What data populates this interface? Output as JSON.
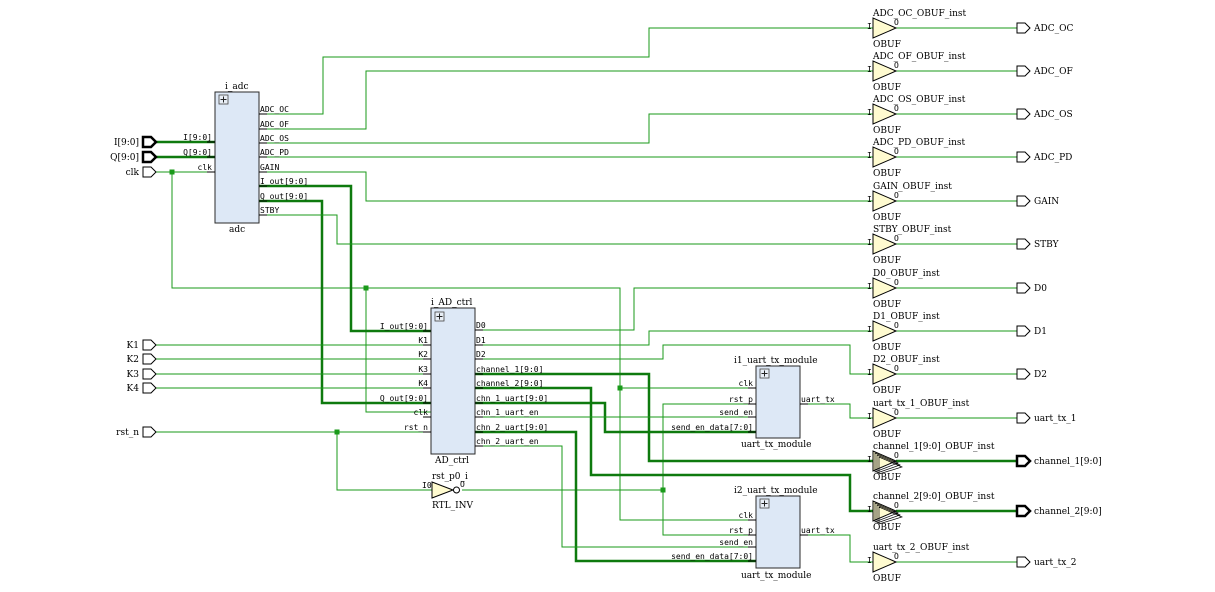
{
  "inputs": [
    {
      "name": "I[9:0]",
      "bus": true
    },
    {
      "name": "Q[9:0]",
      "bus": true
    },
    {
      "name": "clk",
      "bus": false
    },
    {
      "name": "K1",
      "bus": false
    },
    {
      "name": "K2",
      "bus": false
    },
    {
      "name": "K3",
      "bus": false
    },
    {
      "name": "K4",
      "bus": false
    },
    {
      "name": "rst_n",
      "bus": false
    }
  ],
  "outputs": [
    {
      "name": "ADC_OC",
      "bus": false
    },
    {
      "name": "ADC_OF",
      "bus": false
    },
    {
      "name": "ADC_OS",
      "bus": false
    },
    {
      "name": "ADC_PD",
      "bus": false
    },
    {
      "name": "GAIN",
      "bus": false
    },
    {
      "name": "STBY",
      "bus": false
    },
    {
      "name": "D0",
      "bus": false
    },
    {
      "name": "D1",
      "bus": false
    },
    {
      "name": "D2",
      "bus": false
    },
    {
      "name": "uart_tx_1",
      "bus": false
    },
    {
      "name": "channel_1[9:0]",
      "bus": true
    },
    {
      "name": "channel_2[9:0]",
      "bus": true
    },
    {
      "name": "uart_tx_2",
      "bus": false
    }
  ],
  "buffers": [
    {
      "inst": "ADC_OC_OBUF_inst",
      "type": "OBUF",
      "bus": false
    },
    {
      "inst": "ADC_OF_OBUF_inst",
      "type": "OBUF",
      "bus": false
    },
    {
      "inst": "ADC_OS_OBUF_inst",
      "type": "OBUF",
      "bus": false
    },
    {
      "inst": "ADC_PD_OBUF_inst",
      "type": "OBUF",
      "bus": false
    },
    {
      "inst": "GAIN_OBUF_inst",
      "type": "OBUF",
      "bus": false
    },
    {
      "inst": "STBY_OBUF_inst",
      "type": "OBUF",
      "bus": false
    },
    {
      "inst": "D0_OBUF_inst",
      "type": "OBUF",
      "bus": false
    },
    {
      "inst": "D1_OBUF_inst",
      "type": "OBUF",
      "bus": false
    },
    {
      "inst": "D2_OBUF_inst",
      "type": "OBUF",
      "bus": false
    },
    {
      "inst": "uart_tx_1_OBUF_inst",
      "type": "OBUF",
      "bus": false
    },
    {
      "inst": "channel_1[9:0]_OBUF_inst",
      "type": "OBUF",
      "bus": true
    },
    {
      "inst": "channel_2[9:0]_OBUF_inst",
      "type": "OBUF",
      "bus": true
    },
    {
      "inst": "uart_tx_2_OBUF_inst",
      "type": "OBUF",
      "bus": false
    }
  ],
  "buffer_pins": {
    "in": "I",
    "out": "O"
  },
  "blocks": {
    "adc": {
      "inst": "i_adc",
      "module": "adc",
      "inputs": [
        "I[9:0]",
        "Q[9:0]",
        "clk"
      ],
      "outputs": [
        "ADC_OC",
        "ADC_OF",
        "ADC_OS",
        "ADC_PD",
        "GAIN",
        "I_out[9:0]",
        "Q_out[9:0]",
        "STBY"
      ]
    },
    "ad_ctrl": {
      "inst": "i_AD_ctrl",
      "module": "AD_ctrl",
      "inputs": [
        "I_out[9:0]",
        "K1",
        "K2",
        "K3",
        "K4",
        "Q_out[9:0]",
        "clk",
        "rst_n"
      ],
      "outputs": [
        "D0",
        "D1",
        "D2",
        "channel_1[9:0]",
        "channel_2[9:0]",
        "chn_1_uart[9:0]",
        "chn_1_uart_en",
        "chn_2_uart[9:0]",
        "chn_2_uart_en"
      ]
    },
    "uart1": {
      "inst": "i1_uart_tx_module",
      "module": "uart_tx_module",
      "inputs": [
        "clk",
        "rst_p",
        "send_en",
        "send_en_data[7:0]"
      ],
      "outputs": [
        "uart_tx"
      ]
    },
    "uart2": {
      "inst": "i2_uart_tx_module",
      "module": "uart_tx_module",
      "inputs": [
        "clk",
        "rst_p",
        "send_en",
        "send_en_data[7:0]"
      ],
      "outputs": [
        "uart_tx"
      ]
    }
  },
  "inverter": {
    "inst": "rst_p0_i",
    "type": "RTL_INV",
    "pin_in": "I0",
    "pin_out": "O"
  },
  "colors": {
    "wire": "#1a9a1a",
    "bus": "#0e7a0e",
    "block_fill": "#dde8f6",
    "buffer_fill": "#fffbd0"
  }
}
